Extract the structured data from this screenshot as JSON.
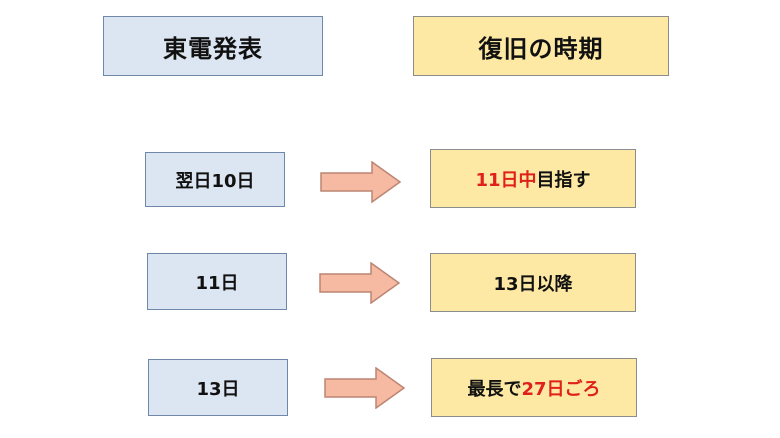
{
  "headers": {
    "left": "東電発表",
    "right": "復旧の時期"
  },
  "rows": [
    {
      "announcement": "翌日10日",
      "recovery_highlight": "11日中",
      "recovery_rest": "目指す"
    },
    {
      "announcement": "11日",
      "recovery_text": "13日以降"
    },
    {
      "announcement": "13日",
      "recovery_prefix": "最長で",
      "recovery_highlight": "27日ごろ"
    }
  ],
  "colors": {
    "left_box_fill": "#dce6f2",
    "right_box_fill": "#fde9a4",
    "highlight_text": "#e0201b",
    "arrow_fill": "#f6b9a2"
  }
}
